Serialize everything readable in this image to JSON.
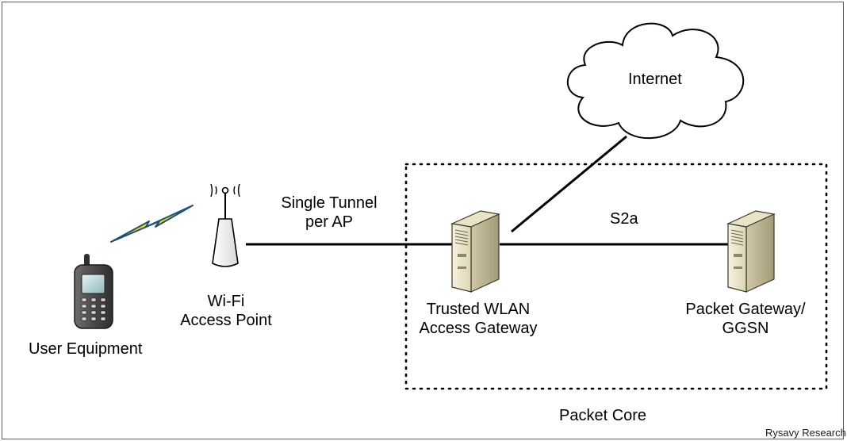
{
  "nodes": {
    "internet": "Internet",
    "user_equipment": "User Equipment",
    "access_point_line1": "Wi-Fi",
    "access_point_line2": "Access Point",
    "twag_line1": "Trusted WLAN",
    "twag_line2": "Access Gateway",
    "pgw_line1": "Packet Gateway/",
    "pgw_line2": "GGSN"
  },
  "links": {
    "tunnel_line1": "Single Tunnel",
    "tunnel_line2": "per AP",
    "s2a": "S2a"
  },
  "regions": {
    "packet_core": "Packet Core"
  },
  "credit": "Rysavy Research"
}
